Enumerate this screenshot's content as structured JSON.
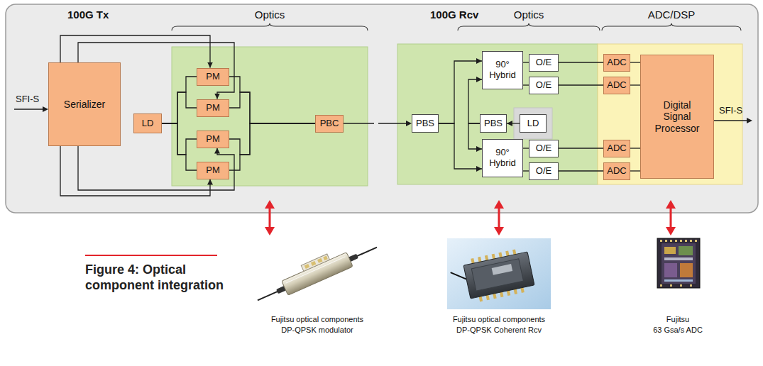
{
  "diagram": {
    "caption": "Figure 4: Optical component integration",
    "nodes": [
      {
        "text": [
          "Serializer"
        ]
      },
      {
        "text": [
          "LD"
        ]
      },
      {
        "text": [
          "PM"
        ]
      },
      {
        "text": [
          "PM"
        ]
      },
      {
        "text": [
          "PM"
        ]
      },
      {
        "text": [
          "PM"
        ]
      },
      {
        "text": [
          "PBC"
        ]
      },
      {
        "text": [
          "PBS"
        ]
      },
      {
        "text": [
          "90° Hybrid"
        ]
      },
      {
        "text": [
          "PBS"
        ]
      },
      {
        "text": [
          "LD"
        ]
      },
      {
        "text": [
          "90° Hybrid"
        ]
      },
      {
        "text": [
          "O/E"
        ]
      },
      {
        "text": [
          "O/E"
        ]
      },
      {
        "text": [
          "O/E"
        ]
      },
      {
        "text": [
          "O/E"
        ]
      },
      {
        "text": [
          "ADC"
        ]
      },
      {
        "text": [
          "ADC"
        ]
      },
      {
        "text": [
          "ADC"
        ]
      },
      {
        "text": [
          "ADC"
        ]
      },
      {
        "text": [
          "Digital Signal Processor"
        ]
      }
    ],
    "edges": [
      {
        "from": 0,
        "to": 2,
        "arrow": "to"
      },
      {
        "from": 0,
        "to": 3,
        "arrow": "to"
      },
      {
        "from": 0,
        "to": 4,
        "arrow": "to"
      },
      {
        "from": 0,
        "to": 5,
        "arrow": "to"
      },
      {
        "from": 1,
        "to": 2,
        "arrow": "none"
      },
      {
        "from": 1,
        "to": 3,
        "arrow": "none"
      },
      {
        "from": 1,
        "to": 4,
        "arrow": "none"
      },
      {
        "from": 1,
        "to": 5,
        "arrow": "none"
      },
      {
        "from": 2,
        "to": 6,
        "arrow": "none"
      },
      {
        "from": 3,
        "to": 6,
        "arrow": "none"
      },
      {
        "from": 4,
        "to": 6,
        "arrow": "none"
      },
      {
        "from": 5,
        "to": 6,
        "arrow": "none"
      },
      {
        "from": 7,
        "to": 8,
        "arrow": "to"
      },
      {
        "from": 7,
        "to": 11,
        "arrow": "to"
      },
      {
        "from": 9,
        "to": 8,
        "arrow": "to"
      },
      {
        "from": 9,
        "to": 11,
        "arrow": "to"
      },
      {
        "from": 10,
        "to": 9,
        "arrow": "to"
      },
      {
        "from": 8,
        "to": 12,
        "arrow": "none"
      },
      {
        "from": 8,
        "to": 13,
        "arrow": "none"
      },
      {
        "from": 11,
        "to": 14,
        "arrow": "none"
      },
      {
        "from": 11,
        "to": 15,
        "arrow": "none"
      },
      {
        "from": 12,
        "to": 16,
        "arrow": "none"
      },
      {
        "from": 13,
        "to": 17,
        "arrow": "none"
      },
      {
        "from": 14,
        "to": 18,
        "arrow": "none"
      },
      {
        "from": 15,
        "to": 19,
        "arrow": "none"
      },
      {
        "from": 16,
        "to": 20,
        "arrow": "none"
      },
      {
        "from": 17,
        "to": 20,
        "arrow": "none"
      },
      {
        "from": 18,
        "to": 20,
        "arrow": "none"
      },
      {
        "from": 19,
        "to": 20,
        "arrow": "none"
      }
    ],
    "labels": [
      "100G Tx",
      "Optics",
      "100G Rcv",
      "Optics",
      "ADC/DSP",
      "SFI-S",
      "SFI-S",
      "Fujitsu optical components",
      "DP-QPSK modulator",
      "Fujitsu optical components",
      "DP-QPSK Coherent Rcv",
      "Fujitsu",
      "63 Gsa/s ADC"
    ]
  }
}
